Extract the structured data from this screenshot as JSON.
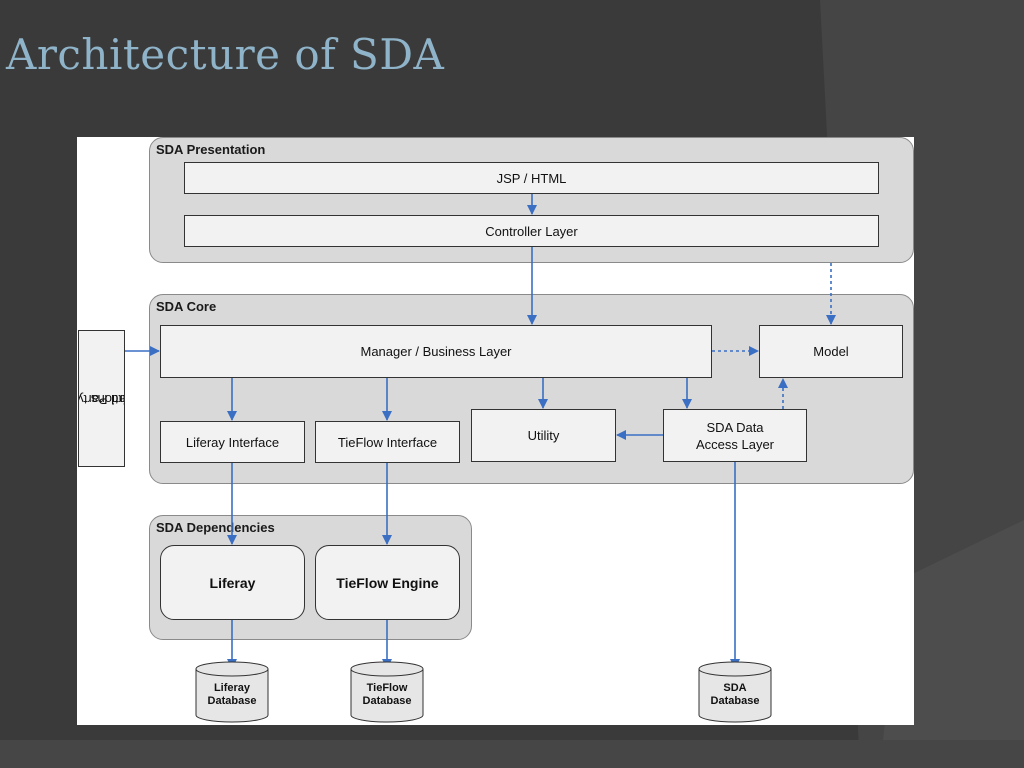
{
  "slide": {
    "title": "Architecture of SDA"
  },
  "colors": {
    "background": "#3a3a3a",
    "title": "#8fb3c8",
    "arrow": "#3a6fc4",
    "group_fill": "#d9d9d9",
    "box_fill": "#f2f2f2"
  },
  "presentation": {
    "title": "SDA Presentation",
    "jsp_html": "JSP / HTML",
    "controller_layer": "Controller Layer"
  },
  "core": {
    "title": "SDA Core",
    "manager_business_layer": "Manager / Business Layer",
    "model": "Model",
    "liferay_interface": "Liferay Interface",
    "tieflow_interface": "TieFlow Interface",
    "utility": "Utility",
    "data_access_line1": "SDA Data",
    "data_access_line2": "Access Layer"
  },
  "third_party": {
    "line1": "Third Party",
    "line2": "Integrations"
  },
  "dependencies": {
    "title": "SDA Dependencies",
    "liferay": "Liferay",
    "tieflow_engine": "TieFlow Engine"
  },
  "databases": {
    "liferay": {
      "line1": "Liferay",
      "line2": "Database"
    },
    "tieflow": {
      "line1": "TieFlow",
      "line2": "Database"
    },
    "sda": {
      "line1": "SDA",
      "line2": "Database"
    }
  }
}
